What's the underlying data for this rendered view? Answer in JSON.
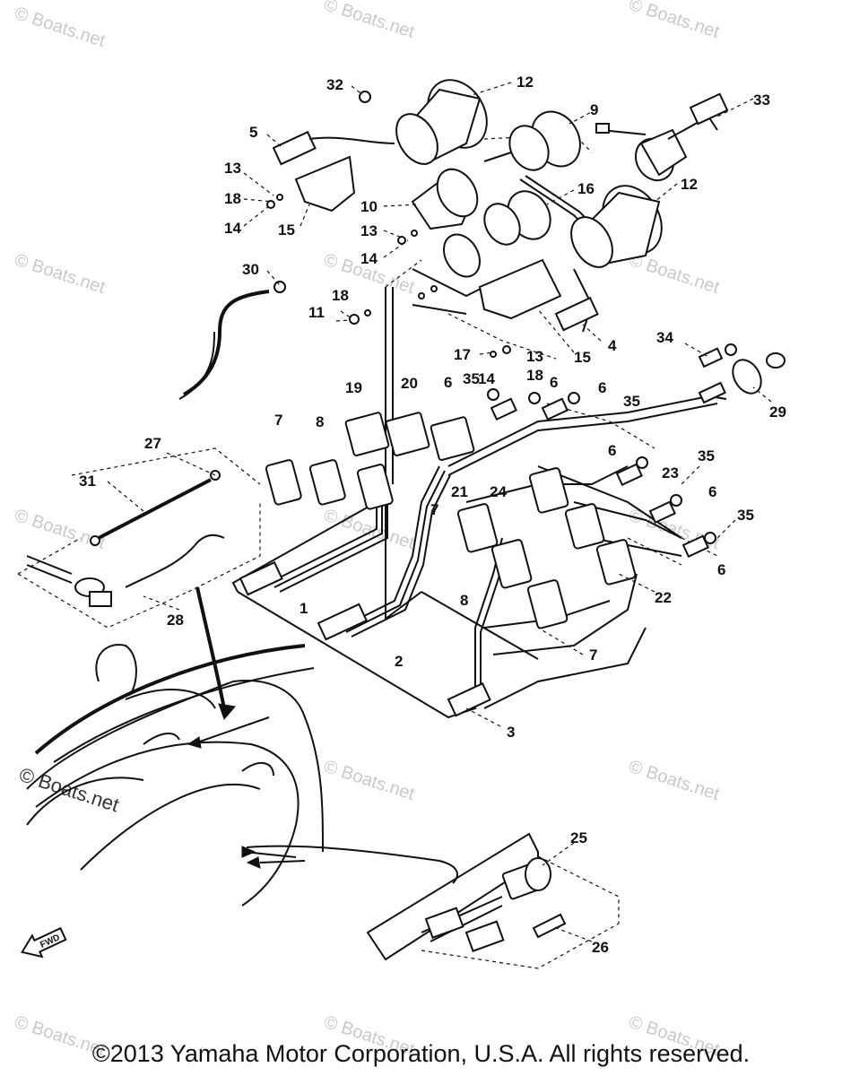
{
  "watermark": "© Boats.net",
  "copyright": "©2013 Yamaha Motor Corporation, U.S.A. All rights reserved.",
  "fwd_label": "FWD",
  "callouts": [
    "1",
    "2",
    "3",
    "4",
    "5",
    "6",
    "7",
    "8",
    "9",
    "10",
    "11",
    "12",
    "13",
    "14",
    "15",
    "16",
    "17",
    "18",
    "19",
    "20",
    "21",
    "22",
    "23",
    "24",
    "25",
    "26",
    "27",
    "28",
    "29",
    "30",
    "31",
    "32",
    "33",
    "34",
    "35"
  ]
}
